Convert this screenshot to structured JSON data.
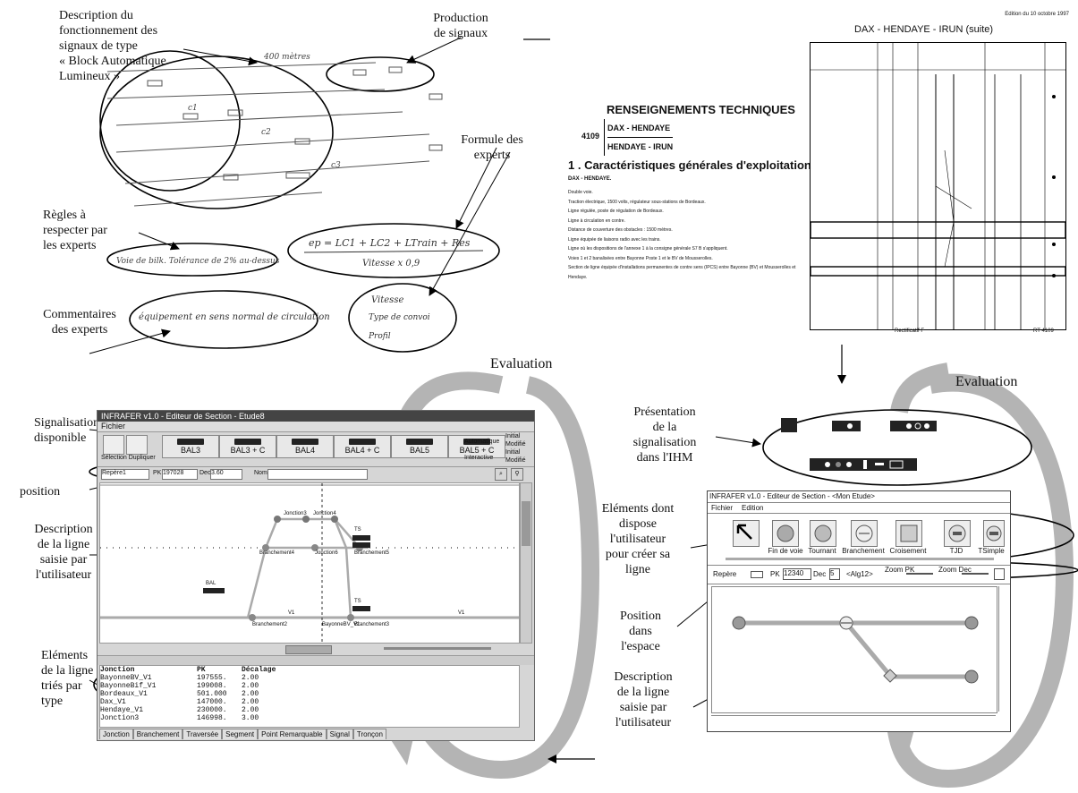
{
  "labels": {
    "description_bal": [
      "Description du",
      "fonctionnement des",
      "signaux de type",
      "« Block Automatique",
      "Lumineux »"
    ],
    "production_signaux": [
      "Production",
      "de signaux"
    ],
    "formule_experts": [
      "Formule des",
      "experts"
    ],
    "regles": [
      "Règles à",
      "respecter par",
      "les experts"
    ],
    "commentaires": [
      "Commentaires",
      "des experts"
    ],
    "evaluation_left": "Evaluation",
    "evaluation_right": "Evaluation",
    "signalisation_dispo": [
      "Signalisation",
      "disponible"
    ],
    "position": "position",
    "description_ligne_left": [
      "Description",
      "de la ligne",
      "saisie par",
      "l'utilisateur"
    ],
    "elements_tries": [
      "Eléments",
      "de la ligne",
      "triés par",
      "type"
    ],
    "presentation": [
      "Présentation",
      "de la",
      "signalisation",
      "dans l'IHM"
    ],
    "elements_dispose": [
      "Eléments dont",
      "dispose",
      "l'utilisateur",
      "pour créer sa",
      "ligne"
    ],
    "position_espace": [
      "Position",
      "dans",
      "l'espace"
    ],
    "description_ligne_right": [
      "Description",
      "de la ligne",
      "saisie par",
      "l'utilisateur"
    ]
  },
  "handwritten": {
    "distance": "400 mètres",
    "c1": "c1",
    "c2": "c2",
    "c3": "c3",
    "regle": "Voie de bilk. Tolérance de 2% au-dessus",
    "formule": "ep = LC1 + LC2 + LTrain + Res",
    "formule_den": "Vitesse x 0,9",
    "commentaire": "équipement en sens normal de circulation",
    "note": [
      "Vitesse",
      "Type de convoi",
      "Profil"
    ]
  },
  "document": {
    "edition": "Edition du 10 octobre 1997",
    "title": "DAX - HENDAYE - IRUN (suite)",
    "rt_title": "RENSEIGNEMENTS TECHNIQUES",
    "rt_number": "4109",
    "rt_line1": "DAX - HENDAYE",
    "rt_line2": "HENDAYE - IRUN",
    "section": "1 . Caractéristiques générales d'exploitation",
    "sub": "DAX - HENDAYE.",
    "lines": [
      "Double voie.",
      "Traction électrique, 1500 volts, régulateur sous-stations de Bordeaux.",
      "Ligne régulée, poste de régulation de Bordeaux.",
      "Ligne à circulation en contre.",
      "Distance de couverture des obstacles : 1500 mètres.",
      "Ligne équipée de liaisons radio avec les trains.",
      "Ligne où les dispositions de l'annexe 1 à la consigne générale S7 B s'appliquent.",
      "Voies 1 et 2 banalisées entre Bayonne Poste 1 et le BV de Mousserolles.",
      "Section de ligne équipée d'installations permanentes de contre sens (IPCS) entre Bayonne (BV) et Mousserolles et Hendaye."
    ],
    "footer_left": "Rectificatif F",
    "footer_right": "RT 4109"
  },
  "left_app": {
    "title": "INFRAFER v1.0 - Editeur de Section - Etude8",
    "menu": "Fichier",
    "tools": [
      "Sélection",
      "Dupliquer"
    ],
    "signals": [
      "BAL3",
      "BAL3 + C",
      "BAL4",
      "BAL4 + C",
      "BAL5",
      "BAL5 + C"
    ],
    "modes": [
      "Automatique",
      "Interactive"
    ],
    "mode_opts": [
      "Initial",
      "Modifié",
      "Initial",
      "Modifié"
    ],
    "repere": "Repère1",
    "pk_label": "PK",
    "pk_value": "197028",
    "dec_label": "Dec",
    "dec_value": "3.60",
    "nom_label": "Nom",
    "nodes": [
      "Jonction3",
      "Jonction4",
      "Jonction6",
      "Branchement4",
      "Branchement5",
      "Branchement2",
      "BayonneBV_V1",
      "Branchement3",
      "BAL",
      "V1",
      "V1",
      "TS",
      "TS"
    ],
    "table_headers": [
      "Jonction",
      "PK",
      "Décalage"
    ],
    "table_rows": [
      [
        "BayonneBV_V1",
        "197555.",
        "2.00"
      ],
      [
        "BayonneBif_V1",
        "199008.",
        "2.00"
      ],
      [
        "Bordeaux_V1",
        "501.000",
        "2.00"
      ],
      [
        "Dax_V1",
        "147000.",
        "2.00"
      ],
      [
        "Hendaye_V1",
        "230000.",
        "2.00"
      ],
      [
        "Jonction3",
        "146998.",
        "3.00"
      ]
    ],
    "tabs": [
      "Jonction",
      "Branchement",
      "Traversée",
      "Segment",
      "Point Remarquable",
      "Signal",
      "Tronçon"
    ]
  },
  "right_app": {
    "title": "INFRAFER v1.0 - Editeur de Section - <Mon Etude>",
    "menu": [
      "Fichier",
      "Edition"
    ],
    "tools": [
      "Fin de voie",
      "Tournant",
      "Branchement",
      "Croisement",
      "TJD",
      "TSimple"
    ],
    "repere": "Repère",
    "pk_label": "PK",
    "pk_value": "12340",
    "dec_label": "Dec",
    "dec_value": "5",
    "alg": "<Alg12>",
    "zoom_pk": "Zoom PK",
    "zoom_dec": "Zoom Dec"
  }
}
